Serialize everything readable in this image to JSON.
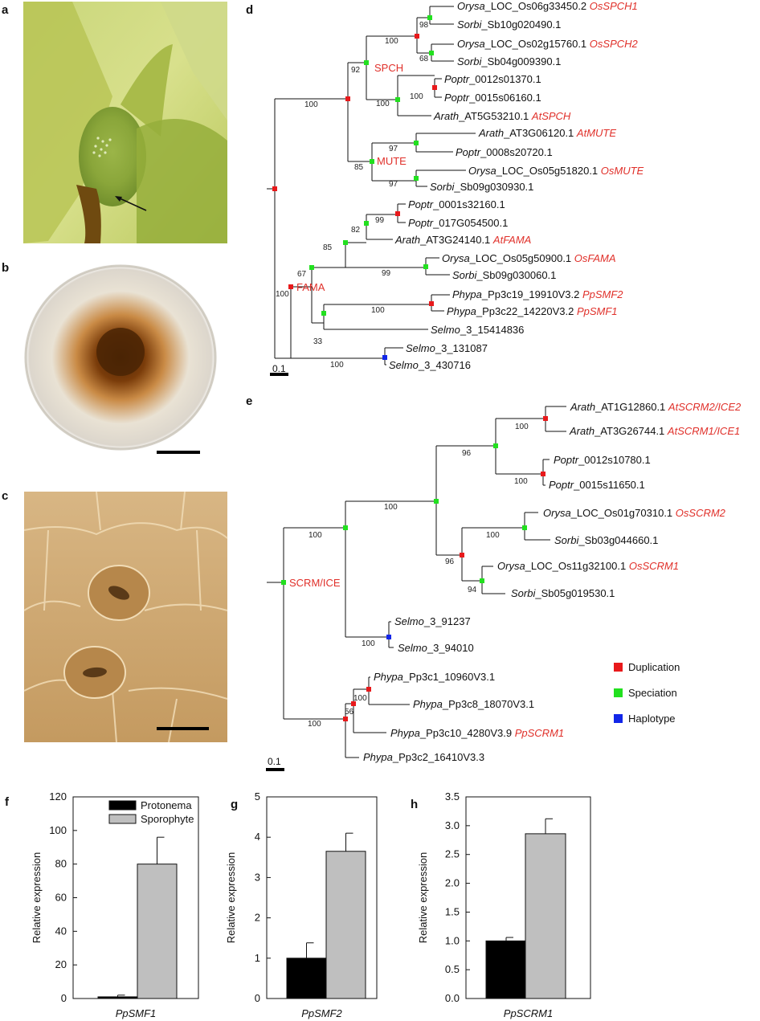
{
  "panels": {
    "a": "a",
    "b": "b",
    "c": "c",
    "d": "d",
    "e": "e",
    "f": "f",
    "g": "g",
    "h": "h"
  },
  "tree_d": {
    "clades": [
      "SPCH",
      "MUTE",
      "FAMA"
    ],
    "scale_label": "0.1",
    "leaves": [
      {
        "sp": "Orysa",
        "rest": "_LOC_Os06g33450.2",
        "tag": "OsSPCH1"
      },
      {
        "sp": "Sorbi",
        "rest": "_Sb10g020490.1",
        "tag": ""
      },
      {
        "sp": "Orysa",
        "rest": "_LOC_Os02g15760.1",
        "tag": "OsSPCH2"
      },
      {
        "sp": "Sorbi",
        "rest": "_Sb04g009390.1",
        "tag": ""
      },
      {
        "sp": "Poptr",
        "rest": "_0012s01370.1",
        "tag": ""
      },
      {
        "sp": "Poptr",
        "rest": "_0015s06160.1",
        "tag": ""
      },
      {
        "sp": "Arath",
        "rest": "_AT5G53210.1",
        "tag": "AtSPCH"
      },
      {
        "sp": "Arath",
        "rest": "_AT3G06120.1",
        "tag": "AtMUTE"
      },
      {
        "sp": "Poptr",
        "rest": "_0008s20720.1",
        "tag": ""
      },
      {
        "sp": "Orysa",
        "rest": "_LOC_Os05g51820.1",
        "tag": "OsMUTE"
      },
      {
        "sp": "Sorbi",
        "rest": "_Sb09g030930.1",
        "tag": ""
      },
      {
        "sp": "Poptr",
        "rest": "_0001s32160.1",
        "tag": ""
      },
      {
        "sp": "Poptr",
        "rest": "_017G054500.1",
        "tag": ""
      },
      {
        "sp": "Arath",
        "rest": "_AT3G24140.1",
        "tag": "AtFAMA"
      },
      {
        "sp": "Orysa",
        "rest": "_LOC_Os05g50900.1",
        "tag": "OsFAMA"
      },
      {
        "sp": "Sorbi",
        "rest": "_Sb09g030060.1",
        "tag": ""
      },
      {
        "sp": "Phypa",
        "rest": "_Pp3c19_19910V3.2",
        "tag": "PpSMF2"
      },
      {
        "sp": "Phypa",
        "rest": "_Pp3c22_14220V3.2",
        "tag": "PpSMF1"
      },
      {
        "sp": "Selmo",
        "rest": "_3_15414836",
        "tag": ""
      },
      {
        "sp": "Selmo",
        "rest": "_3_131087",
        "tag": ""
      },
      {
        "sp": "Selmo",
        "rest": "_3_430716",
        "tag": ""
      }
    ],
    "supports": [
      "98",
      "100",
      "68",
      "92",
      "100",
      "100",
      "100",
      "97",
      "85",
      "97",
      "99",
      "82",
      "85",
      "67",
      "99",
      "100",
      "100",
      "33",
      "100"
    ]
  },
  "tree_e": {
    "clades": [
      "SCRM/ICE"
    ],
    "scale_label": "0.1",
    "leaves": [
      {
        "sp": "Arath",
        "rest": "_AT1G12860.1",
        "tag": "AtSCRM2/ICE2"
      },
      {
        "sp": "Arath",
        "rest": "_AT3G26744.1",
        "tag": "AtSCRM1/ICE1"
      },
      {
        "sp": "Poptr",
        "rest": "_0012s10780.1",
        "tag": ""
      },
      {
        "sp": "Poptr",
        "rest": "_0015s11650.1",
        "tag": ""
      },
      {
        "sp": "Orysa",
        "rest": "_LOC_Os01g70310.1",
        "tag": "OsSCRM2"
      },
      {
        "sp": "Sorbi",
        "rest": "_Sb03g044660.1",
        "tag": ""
      },
      {
        "sp": "Orysa",
        "rest": "_LOC_Os11g32100.1",
        "tag": "OsSCRM1"
      },
      {
        "sp": "Sorbi",
        "rest": "_Sb05g019530.1",
        "tag": ""
      },
      {
        "sp": "Selmo",
        "rest": "_3_91237",
        "tag": ""
      },
      {
        "sp": "Selmo",
        "rest": "_3_94010",
        "tag": ""
      },
      {
        "sp": "Phypa",
        "rest": "_Pp3c1_10960V3.1",
        "tag": ""
      },
      {
        "sp": "Phypa",
        "rest": "_Pp3c8_18070V3.1",
        "tag": ""
      },
      {
        "sp": "Phypa",
        "rest": "_Pp3c10_4280V3.9",
        "tag": "PpSCRM1"
      },
      {
        "sp": "Phypa",
        "rest": "_Pp3c2_16410V3.3",
        "tag": ""
      }
    ],
    "supports": [
      "100",
      "96",
      "100",
      "100",
      "100",
      "96",
      "94",
      "100",
      "100",
      "100",
      "100",
      "56"
    ]
  },
  "legend": {
    "items": [
      {
        "label": "Duplication",
        "color": "#e8191b"
      },
      {
        "label": "Speciation",
        "color": "#22e01f"
      },
      {
        "label": "Haplotype",
        "color": "#1226e8"
      }
    ]
  },
  "colors": {
    "protonema": "#000000",
    "sporophyte": "#bfbfbf",
    "red_label": "#e0302a"
  },
  "chart_data": [
    {
      "type": "bar",
      "panel": "f",
      "categories": [
        "PpSMF1"
      ],
      "series": [
        {
          "name": "Protonema",
          "values": [
            1
          ],
          "error": [
            1
          ]
        },
        {
          "name": "Sporophyte",
          "values": [
            80
          ],
          "error": [
            16
          ]
        }
      ],
      "ylabel": "Relative expression",
      "xlabel": "PpSMF1",
      "ylim": [
        0,
        120
      ],
      "yticks": [
        "0",
        "20",
        "40",
        "60",
        "80",
        "100",
        "120"
      ],
      "legend": "top-right"
    },
    {
      "type": "bar",
      "panel": "g",
      "categories": [
        "PpSMF2"
      ],
      "series": [
        {
          "name": "Protonema",
          "values": [
            1
          ],
          "error": [
            0.38
          ]
        },
        {
          "name": "Sporophyte",
          "values": [
            3.65
          ],
          "error": [
            0.45
          ]
        }
      ],
      "ylabel": "Relative expression",
      "xlabel": "PpSMF2",
      "ylim": [
        0,
        5
      ],
      "yticks": [
        "0",
        "1",
        "2",
        "3",
        "4",
        "5"
      ]
    },
    {
      "type": "bar",
      "panel": "h",
      "categories": [
        "PpSCRM1"
      ],
      "series": [
        {
          "name": "Protonema",
          "values": [
            1.0
          ],
          "error": [
            0.06
          ]
        },
        {
          "name": "Sporophyte",
          "values": [
            2.86
          ],
          "error": [
            0.26
          ]
        }
      ],
      "ylabel": "Relative expression",
      "xlabel": "PpSCRM1",
      "ylim": [
        0,
        3.5
      ],
      "yticks": [
        "0.0",
        "0.5",
        "1.0",
        "1.5",
        "2.0",
        "2.5",
        "3.0",
        "3.5"
      ]
    }
  ]
}
